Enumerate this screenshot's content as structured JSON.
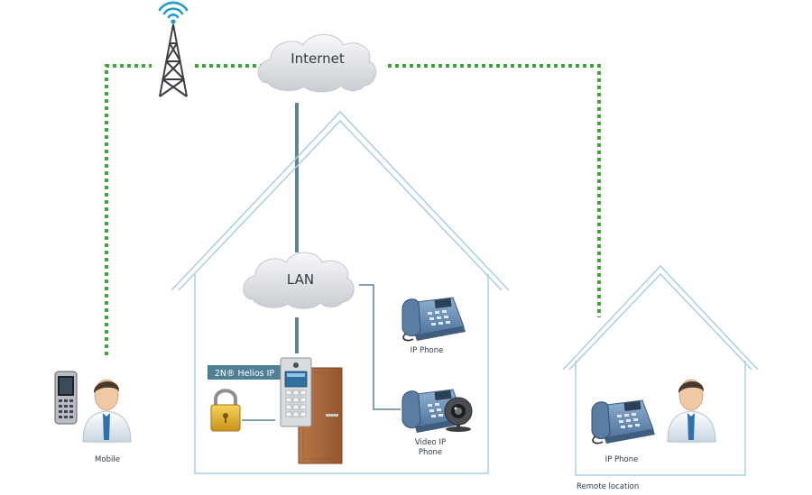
{
  "clouds": {
    "internet": "Internet",
    "lan": "LAN"
  },
  "device_badge": "2N® Helios IP",
  "labels": {
    "mobile": "Mobile",
    "ip_phone": "IP Phone",
    "video_ip_phone_line1": "Video IP",
    "video_ip_phone_line2": "Phone",
    "remote_ip_phone": "IP Phone",
    "remote_location": "Remote location"
  },
  "colors": {
    "house_outline": "#a9cfe3",
    "cable": "#5d8396",
    "wireless_link": "#3fa535",
    "badge_bg": "#4f7f95",
    "door": "#a8693b",
    "lock": "#e0b020",
    "phone_body": "#6f93b8",
    "cloud": "#e4e6ea"
  },
  "icons": [
    "antenna-tower-icon",
    "wifi-signal-icon",
    "mobile-phone-icon",
    "person-icon",
    "padlock-icon",
    "door-icon",
    "intercom-icon",
    "desk-phone-icon",
    "webcam-icon"
  ]
}
